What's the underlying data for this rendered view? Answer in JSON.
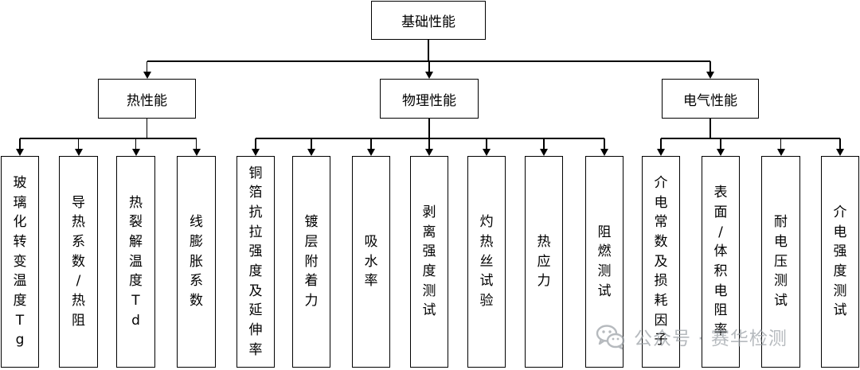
{
  "root": {
    "label": "基础性能"
  },
  "categories": [
    {
      "label": "热性能",
      "items": [
        "玻璃化转变温度Tg",
        "导热系数/热阻",
        "热裂解温度Td",
        "线膨胀系数"
      ]
    },
    {
      "label": "物理性能",
      "items": [
        "铜箔抗拉强度及延伸率",
        "镀层附着力",
        "吸水率",
        "剥离强度测试",
        "灼热丝试验",
        "热应力",
        "阻燃测试"
      ]
    },
    {
      "label": "电气性能",
      "items": [
        "介电常数及损耗因子",
        "表面/体积电阻率",
        "耐电压测试",
        "介电强度测试"
      ]
    }
  ],
  "watermark": {
    "icon": "wechat-icon",
    "text": "公众号 · 赛华检测"
  }
}
